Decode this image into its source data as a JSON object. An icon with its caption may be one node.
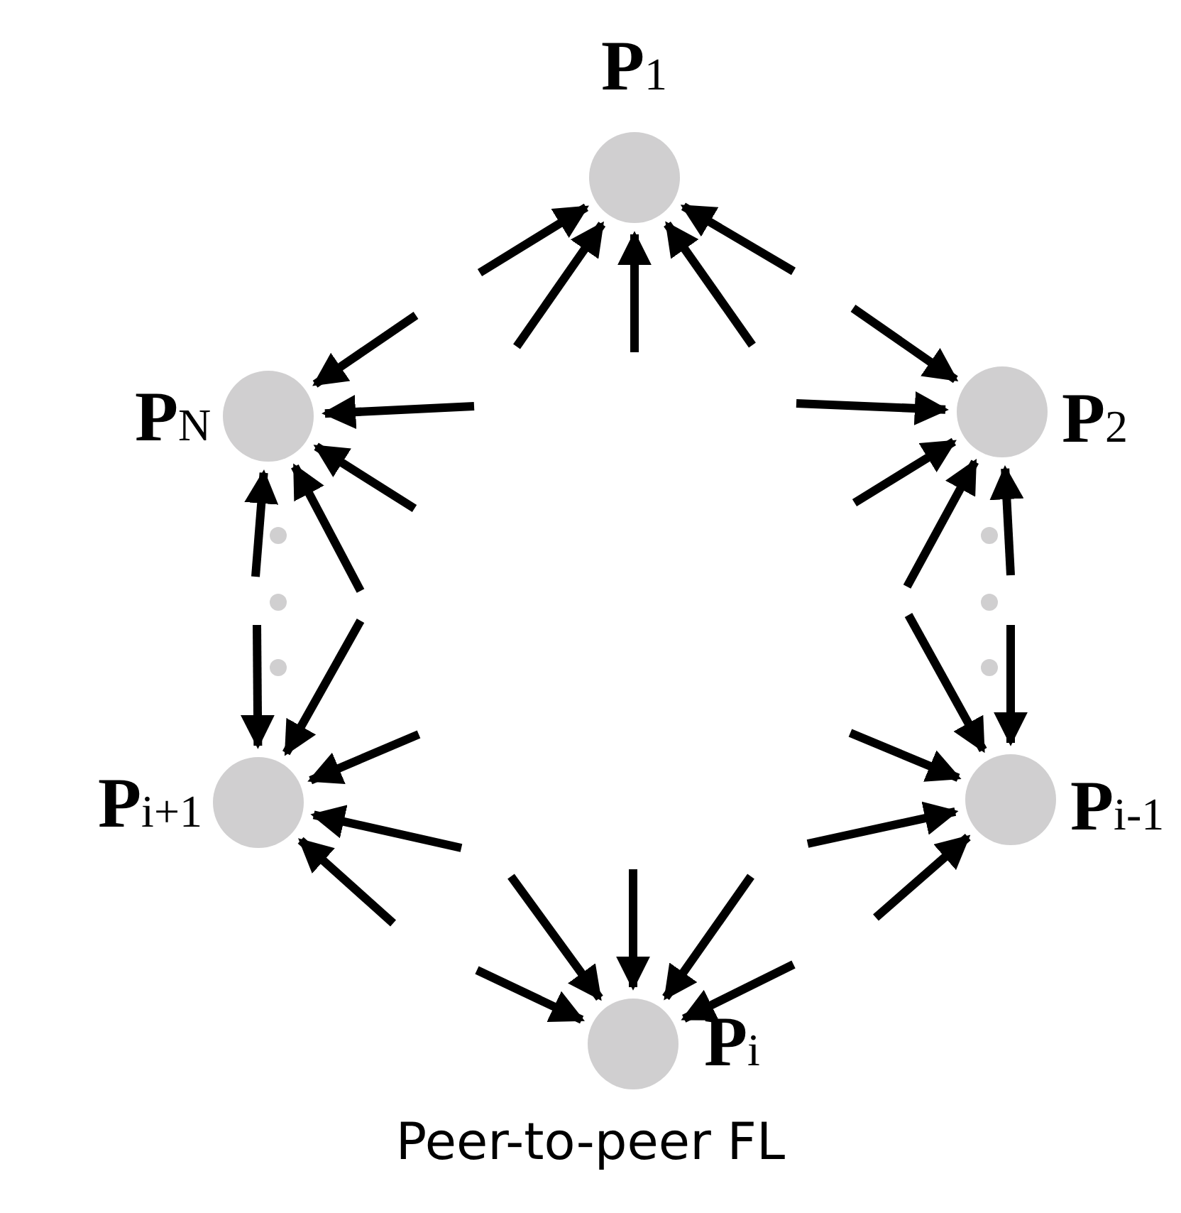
{
  "diagram": {
    "caption": "Peer-to-peer FL",
    "nodes": [
      {
        "text": [
          "**P**$_{1}$"
        ]
      },
      {
        "text": [
          "**P**$_{N}$"
        ]
      },
      {
        "text": [
          "**P**$_{2}$"
        ]
      },
      {
        "text": [
          "**P**$_{i+1}$"
        ]
      },
      {
        "text": [
          "**P**$_{i-1}$"
        ]
      },
      {
        "text": [
          "**P**$_{i}$"
        ]
      }
    ],
    "edges": [
      {
        "from": null,
        "to": 0,
        "arrow": "to"
      },
      {
        "from": null,
        "to": 0,
        "arrow": "to"
      },
      {
        "from": null,
        "to": 0,
        "arrow": "to"
      },
      {
        "from": null,
        "to": 0,
        "arrow": "to"
      },
      {
        "from": null,
        "to": 0,
        "arrow": "to"
      },
      {
        "from": null,
        "to": 1,
        "arrow": "to"
      },
      {
        "from": null,
        "to": 1,
        "arrow": "to"
      },
      {
        "from": null,
        "to": 1,
        "arrow": "to"
      },
      {
        "from": null,
        "to": 1,
        "arrow": "to"
      },
      {
        "from": null,
        "to": 1,
        "arrow": "to"
      },
      {
        "from": null,
        "to": 2,
        "arrow": "to"
      },
      {
        "from": null,
        "to": 2,
        "arrow": "to"
      },
      {
        "from": null,
        "to": 2,
        "arrow": "to"
      },
      {
        "from": null,
        "to": 2,
        "arrow": "to"
      },
      {
        "from": null,
        "to": 2,
        "arrow": "to"
      },
      {
        "from": null,
        "to": 3,
        "arrow": "to"
      },
      {
        "from": null,
        "to": 3,
        "arrow": "to"
      },
      {
        "from": null,
        "to": 3,
        "arrow": "to"
      },
      {
        "from": null,
        "to": 3,
        "arrow": "to"
      },
      {
        "from": null,
        "to": 3,
        "arrow": "to"
      },
      {
        "from": null,
        "to": 4,
        "arrow": "to"
      },
      {
        "from": null,
        "to": 4,
        "arrow": "to"
      },
      {
        "from": null,
        "to": 4,
        "arrow": "to"
      },
      {
        "from": null,
        "to": 4,
        "arrow": "to"
      },
      {
        "from": null,
        "to": 4,
        "arrow": "to"
      },
      {
        "from": null,
        "to": 5,
        "arrow": "to"
      },
      {
        "from": null,
        "to": 5,
        "arrow": "to"
      },
      {
        "from": null,
        "to": 5,
        "arrow": "to"
      },
      {
        "from": null,
        "to": 5,
        "arrow": "to"
      },
      {
        "from": null,
        "to": 5,
        "arrow": "to"
      }
    ]
  }
}
